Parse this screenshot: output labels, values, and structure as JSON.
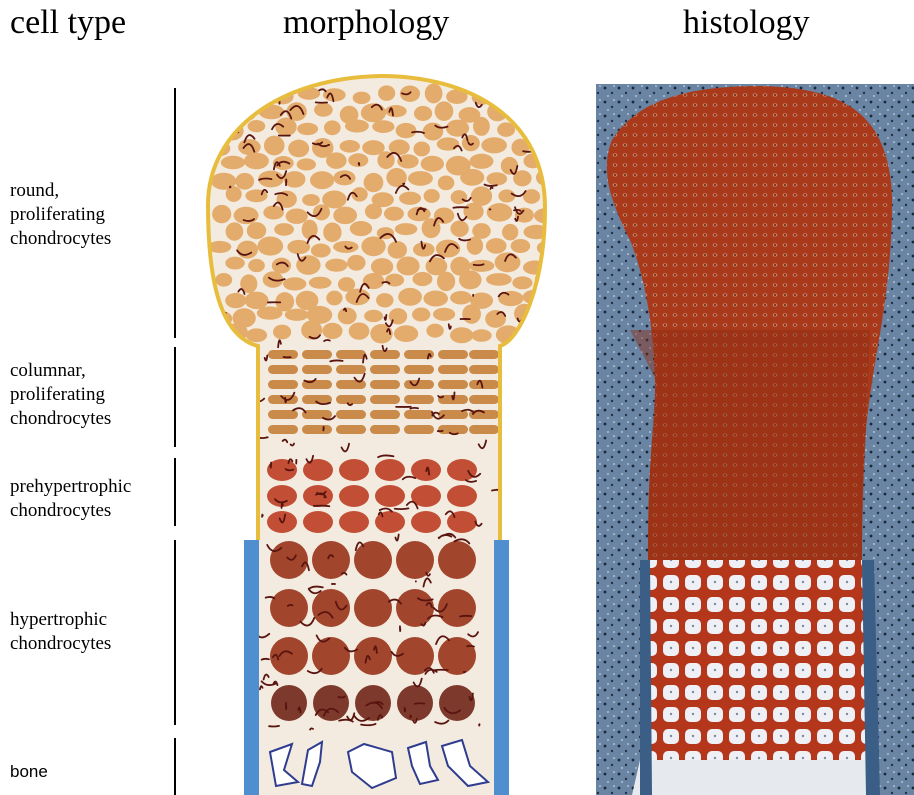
{
  "headers": {
    "cell_type": "cell type",
    "morphology": "morphology",
    "histology": "histology"
  },
  "zones": [
    {
      "id": "round",
      "label": "round,\nproliferating\nchondrocytes"
    },
    {
      "id": "columnar",
      "label": "columnar,\nproliferating\nchondrocytes"
    },
    {
      "id": "prehypertrophic",
      "label": "prehypertrophic\nchondrocytes"
    },
    {
      "id": "hypertrophic",
      "label": "hypertrophic\nchondrocytes"
    },
    {
      "id": "bone",
      "label": "bone"
    }
  ],
  "colors": {
    "outline": "#e8bd3e",
    "matrix": "#f3ebdf",
    "round_cell": "#e3ac6c",
    "columnar_cell": "#c98a4a",
    "prehypertrophic_cell": "#c24f35",
    "hypertrophic_cell": "#a1452d",
    "late_hypertrophic_cell": "#7d3a2c",
    "collagen_fiber": "#5a1410",
    "bone_collar": "#4f8fd0",
    "bone_fragment_stroke": "#2f3c8f",
    "histology_background": "#5b7390",
    "histology_cartilage": "#a83a1c",
    "histology_hypertrophic": "#e9ecf2"
  }
}
